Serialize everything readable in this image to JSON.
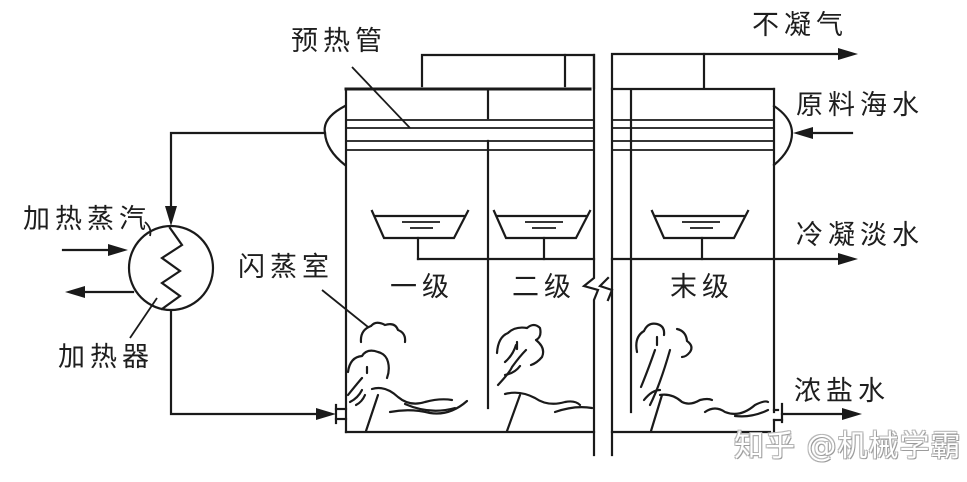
{
  "diagram": {
    "title": "多级闪蒸海水淡化流程示意图",
    "labels": {
      "preheat_tube": "预热管",
      "non_condensable_gas": "不凝气",
      "raw_seawater": "原料海水",
      "heating_steam": "加热蒸汽",
      "condensed_freshwater": "冷凝淡水",
      "flash_chamber": "闪蒸室",
      "heater": "加热器",
      "concentrated_brine": "浓盐水"
    },
    "stages": [
      {
        "label": "一级"
      },
      {
        "label": "二级"
      },
      {
        "label": "末级"
      }
    ],
    "flows": [
      {
        "from": "原料海水",
        "to": "预热管",
        "direction": "in"
      },
      {
        "from": "预热管",
        "to": "加热器",
        "direction": "internal"
      },
      {
        "from": "加热蒸汽",
        "to": "加热器",
        "direction": "in"
      },
      {
        "from": "加热器",
        "to": "一级",
        "direction": "internal"
      },
      {
        "from": "闪蒸室",
        "to": "冷凝淡水",
        "direction": "out"
      },
      {
        "from": "末级",
        "to": "浓盐水",
        "direction": "out"
      },
      {
        "from": "闪蒸室",
        "to": "不凝气",
        "direction": "out"
      }
    ],
    "watermark": "知乎 @机械学霸"
  }
}
